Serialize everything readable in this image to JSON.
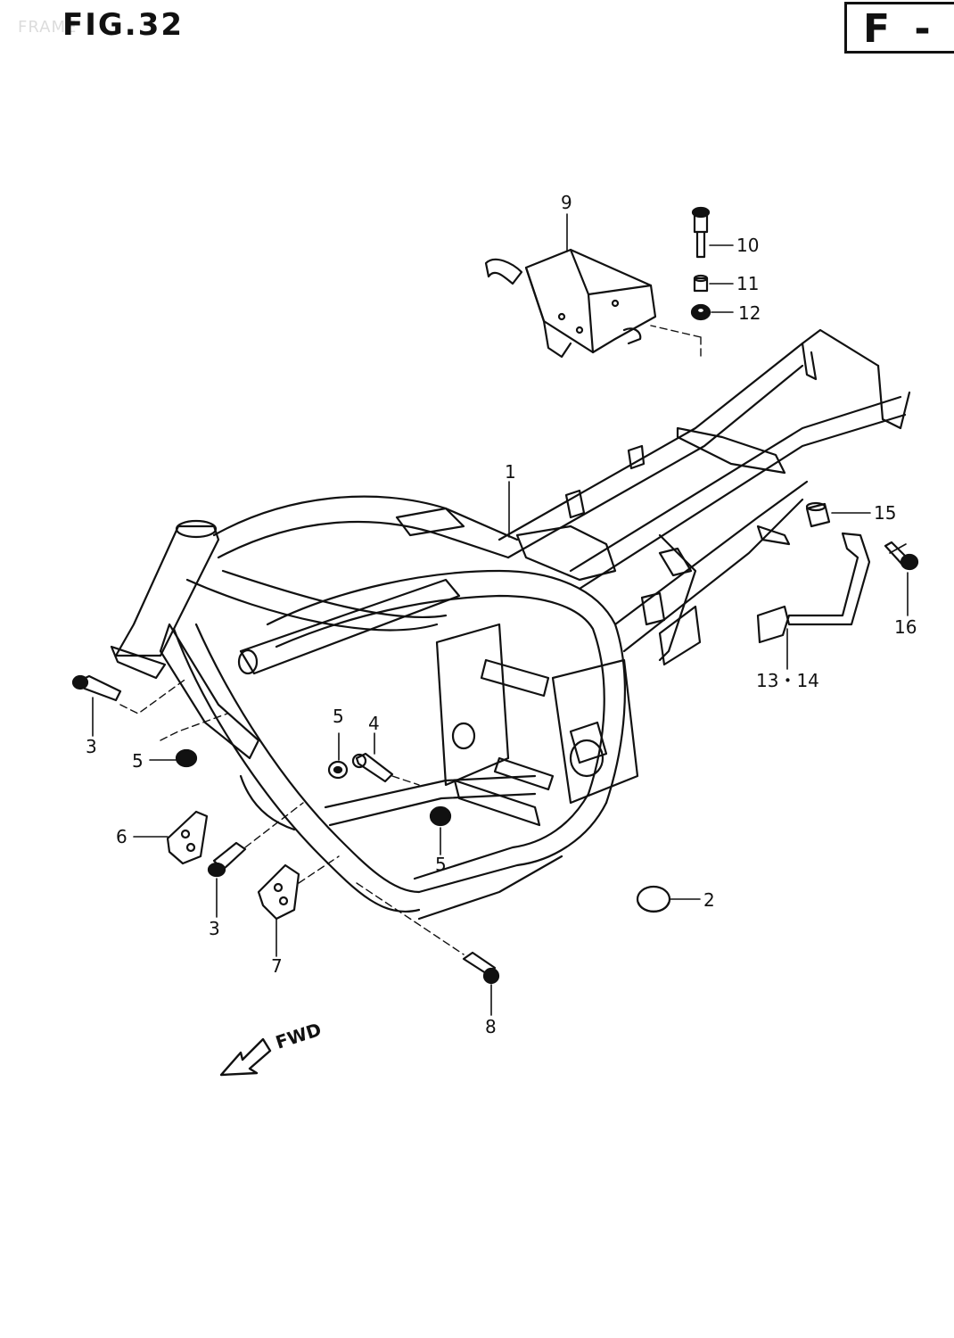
{
  "header": {
    "faded_text": "FRAME",
    "figure_label": "FIG.32",
    "section_code": "F -"
  },
  "diagram": {
    "arrow_label": "FWD",
    "callouts": [
      {
        "id": "c1",
        "text": "1"
      },
      {
        "id": "c2",
        "text": "2"
      },
      {
        "id": "c3a",
        "text": "3"
      },
      {
        "id": "c3b",
        "text": "3"
      },
      {
        "id": "c4",
        "text": "4"
      },
      {
        "id": "c5a",
        "text": "5"
      },
      {
        "id": "c5b",
        "text": "5"
      },
      {
        "id": "c5c",
        "text": "5"
      },
      {
        "id": "c6",
        "text": "6"
      },
      {
        "id": "c7",
        "text": "7"
      },
      {
        "id": "c8",
        "text": "8"
      },
      {
        "id": "c9",
        "text": "9"
      },
      {
        "id": "c10",
        "text": "10"
      },
      {
        "id": "c11",
        "text": "11"
      },
      {
        "id": "c12",
        "text": "12"
      },
      {
        "id": "c1314",
        "text": "13・14"
      },
      {
        "id": "c15",
        "text": "15"
      },
      {
        "id": "c16",
        "text": "16"
      }
    ]
  }
}
